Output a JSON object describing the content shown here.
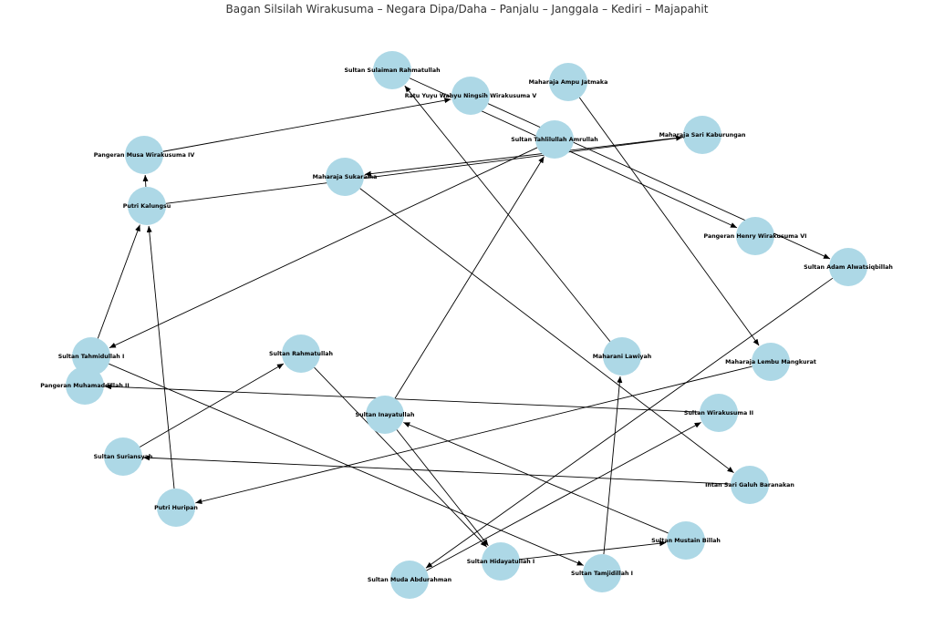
{
  "title": "Bagan Silsilah Wirakusuma – Negara Dipa/Daha – Panjalu – Janggala – Kediri – Majapahit",
  "colors": {
    "node_fill": "#add8e6",
    "edge": "#000000",
    "label": "#000000"
  },
  "nodes": [
    {
      "id": "sulaiman",
      "label": "Sultan Sulaiman Rahmatullah"
    },
    {
      "id": "ampu",
      "label": "Maharaja Ampu Jatmaka"
    },
    {
      "id": "yuyu",
      "label": "Ratu Yuyu Wahyu Ningsih Wirakusuma V"
    },
    {
      "id": "tahlil",
      "label": "Sultan Tahlilullah Amrullah"
    },
    {
      "id": "sari",
      "label": "Maharaja Sari Kaburungan"
    },
    {
      "id": "musa",
      "label": "Pangeran Musa Wirakusuma IV"
    },
    {
      "id": "sukarama",
      "label": "Maharaja Sukarama"
    },
    {
      "id": "kalungsu",
      "label": "Putri Kalungsu"
    },
    {
      "id": "henry",
      "label": "Pangeran Henry Wirakusuma VI"
    },
    {
      "id": "adam",
      "label": "Sultan Adam Alwatsiqbillah"
    },
    {
      "id": "tahmid",
      "label": "Sultan Tahmidullah I"
    },
    {
      "id": "rahmat",
      "label": "Sultan Rahmatullah"
    },
    {
      "id": "lawiyah",
      "label": "Maharani Lawiyah"
    },
    {
      "id": "lembu",
      "label": "Maharaja Lembu Mangkurat"
    },
    {
      "id": "muhammad",
      "label": "Pangeran Muhamaddillah II"
    },
    {
      "id": "inayat",
      "label": "Sultan Inayatullah"
    },
    {
      "id": "wira2",
      "label": "Sultan Wirakusuma II"
    },
    {
      "id": "surian",
      "label": "Sultan Suriansyah"
    },
    {
      "id": "intan",
      "label": "Intan Sari Galuh Baranakan"
    },
    {
      "id": "huripan",
      "label": "Putri Huripan"
    },
    {
      "id": "mustain",
      "label": "Sultan Mustain Billah"
    },
    {
      "id": "hidayat",
      "label": "Sultan Hidayatullah I"
    },
    {
      "id": "tamjid",
      "label": "Sultan Tamjidillah I"
    },
    {
      "id": "muda",
      "label": "Sultan Muda Abdurahman"
    }
  ],
  "edges": [
    [
      "sulaiman",
      "henry"
    ],
    [
      "yuyu",
      "adam"
    ],
    [
      "musa",
      "yuyu"
    ],
    [
      "kalungsu",
      "musa"
    ],
    [
      "kalungsu",
      "sari"
    ],
    [
      "sari",
      "sukarama"
    ],
    [
      "sukarama",
      "intan"
    ],
    [
      "tahlil",
      "tahmid"
    ],
    [
      "inayat",
      "tahlil"
    ],
    [
      "ampu",
      "lembu"
    ],
    [
      "lawiyah",
      "sulaiman"
    ],
    [
      "tahmid",
      "kalungsu"
    ],
    [
      "tahmid",
      "tamjid"
    ],
    [
      "huripan",
      "kalungsu"
    ],
    [
      "surian",
      "rahmat"
    ],
    [
      "rahmat",
      "hidayat"
    ],
    [
      "lembu",
      "huripan"
    ],
    [
      "wira2",
      "muhammad"
    ],
    [
      "intan",
      "surian"
    ],
    [
      "inayat",
      "hidayat"
    ],
    [
      "mustain",
      "inayat"
    ],
    [
      "hidayat",
      "mustain"
    ],
    [
      "tamjid",
      "lawiyah"
    ],
    [
      "muda",
      "wira2"
    ],
    [
      "adam",
      "muda"
    ]
  ]
}
